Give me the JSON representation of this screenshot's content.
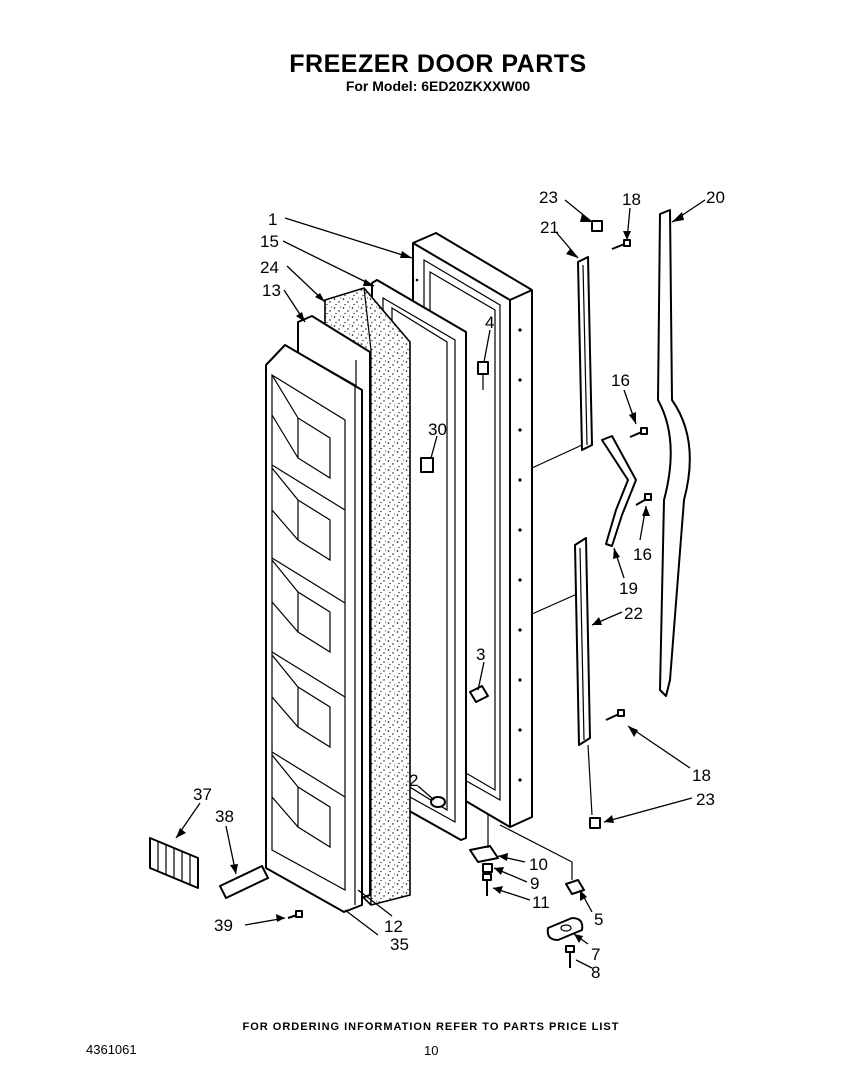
{
  "header": {
    "title": "FREEZER DOOR PARTS",
    "subtitle": "For Model: 6ED20ZKXXW00"
  },
  "callouts": {
    "c1": "1",
    "c2": "2",
    "c3": "3",
    "c4": "4",
    "c5": "5",
    "c7": "7",
    "c8": "8",
    "c9": "9",
    "c10": "10",
    "c11": "11",
    "c12": "12",
    "c13": "13",
    "c15": "15",
    "c16a": "16",
    "c16b": "16",
    "c18a": "18",
    "c18b": "18",
    "c19": "19",
    "c20": "20",
    "c21": "21",
    "c22": "22",
    "c23a": "23",
    "c23b": "23",
    "c24": "24",
    "c30": "30",
    "c35": "35",
    "c37": "37",
    "c38": "38",
    "c39": "39"
  },
  "footer": {
    "note": "FOR ORDERING INFORMATION REFER TO PARTS PRICE LIST",
    "doc_number": "4361061",
    "page_number": "10"
  }
}
